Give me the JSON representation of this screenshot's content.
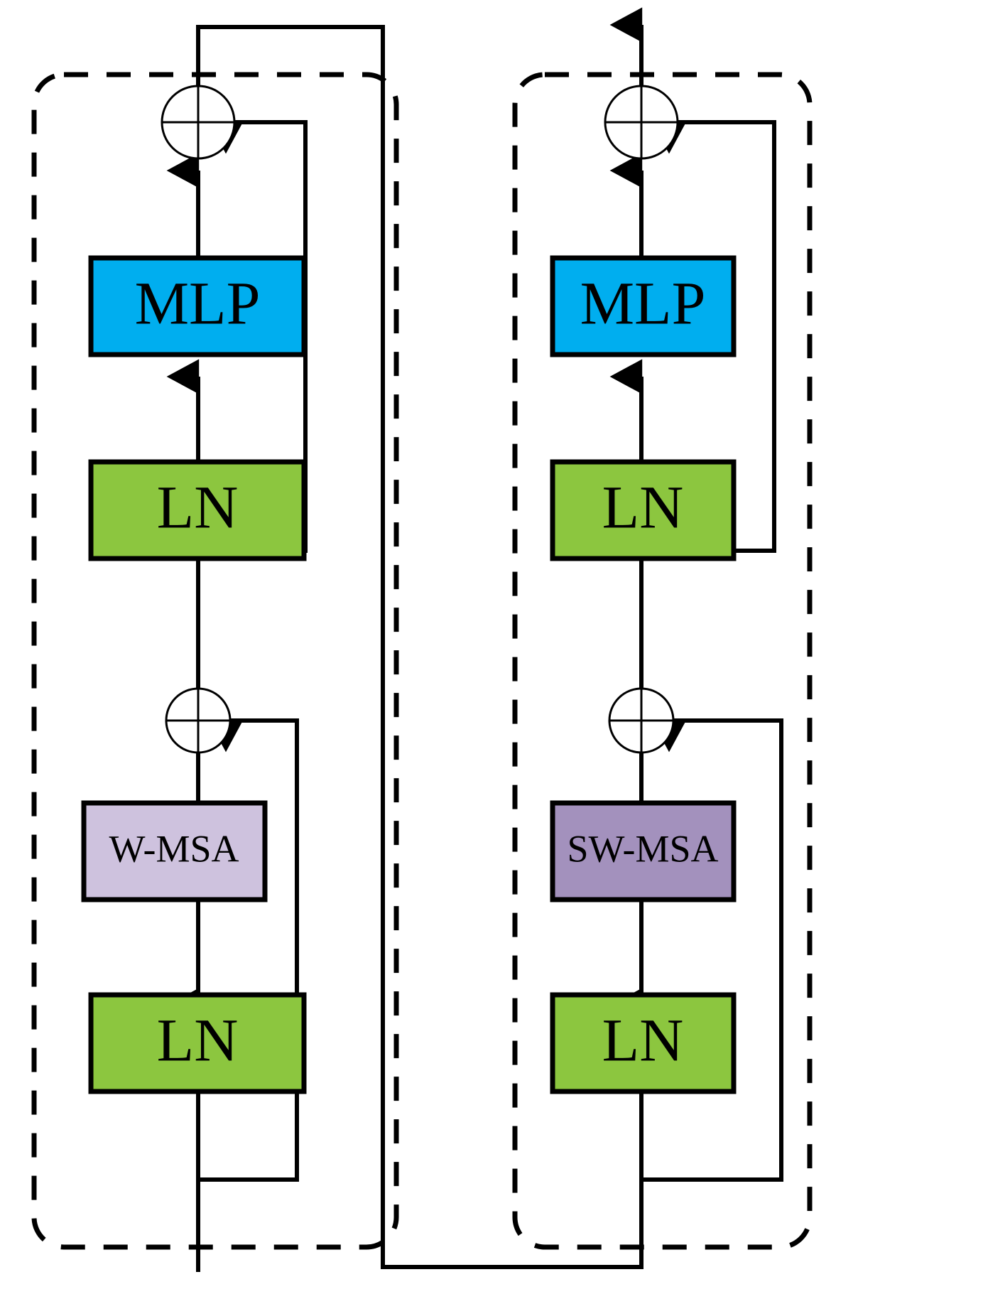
{
  "figure": {
    "type": "diagram",
    "name": "swin-transformer-block-pair",
    "background": "#ffffff"
  },
  "palette": {
    "mlp_fill": "#00AEEF",
    "ln_fill": "#8CC63F",
    "wmsa_fill": "#CEC2DE",
    "swmsa_fill": "#A391BD",
    "stroke": "#000000",
    "white": "#FFFFFF"
  },
  "blocks": [
    {
      "id": "left-block",
      "name": "w-msa-block",
      "nodes": [
        {
          "id": "left-add-top",
          "name": "residual-add-top",
          "label": "+",
          "shape": "circle-plus"
        },
        {
          "id": "left-mlp",
          "name": "mlp-block",
          "label": "MLP",
          "shape": "rect",
          "fill": "#00AEEF",
          "text_size": "big"
        },
        {
          "id": "left-ln-upper",
          "name": "layer-norm-upper",
          "label": "LN",
          "shape": "rect",
          "fill": "#8CC63F",
          "text_size": "big"
        },
        {
          "id": "left-add-mid",
          "name": "residual-add-middle",
          "label": "+",
          "shape": "circle-plus"
        },
        {
          "id": "left-attn",
          "name": "w-msa-attention",
          "label": "W-MSA",
          "shape": "rect",
          "fill": "#CEC2DE",
          "text_size": "small"
        },
        {
          "id": "left-ln-lower",
          "name": "layer-norm-lower",
          "label": "LN",
          "shape": "rect",
          "fill": "#8CC63F",
          "text_size": "big"
        }
      ]
    },
    {
      "id": "right-block",
      "name": "sw-msa-block",
      "nodes": [
        {
          "id": "right-add-top",
          "name": "residual-add-top",
          "label": "+",
          "shape": "circle-plus"
        },
        {
          "id": "right-mlp",
          "name": "mlp-block",
          "label": "MLP",
          "shape": "rect",
          "fill": "#00AEEF",
          "text_size": "big"
        },
        {
          "id": "right-ln-upper",
          "name": "layer-norm-upper",
          "label": "LN",
          "shape": "rect",
          "fill": "#8CC63F",
          "text_size": "big"
        },
        {
          "id": "right-add-mid",
          "name": "residual-add-middle",
          "label": "+",
          "shape": "circle-plus"
        },
        {
          "id": "right-attn",
          "name": "sw-msa-attention",
          "label": "SW-MSA",
          "shape": "rect",
          "fill": "#A391BD",
          "text_size": "small"
        },
        {
          "id": "right-ln-lower",
          "name": "layer-norm-lower",
          "label": "LN",
          "shape": "rect",
          "fill": "#8CC63F",
          "text_size": "big"
        }
      ]
    }
  ],
  "edges": [
    {
      "name": "left-input-to-ln-lower",
      "from": "block-input",
      "to": "left-ln-lower",
      "arrow": true
    },
    {
      "name": "left-ln-lower-to-attn",
      "from": "left-ln-lower",
      "to": "left-attn",
      "arrow": true
    },
    {
      "name": "left-attn-to-add-mid",
      "from": "left-attn",
      "to": "left-add-mid",
      "arrow": false
    },
    {
      "name": "left-skip-1",
      "from": "block-input",
      "to": "left-add-mid",
      "arrow": true,
      "style": "residual"
    },
    {
      "name": "left-add-mid-to-ln-upper",
      "from": "left-add-mid",
      "to": "left-ln-upper",
      "arrow": true
    },
    {
      "name": "left-ln-upper-to-mlp",
      "from": "left-ln-upper",
      "to": "left-mlp",
      "arrow": true
    },
    {
      "name": "left-mlp-to-add-top",
      "from": "left-mlp",
      "to": "left-add-top",
      "arrow": true
    },
    {
      "name": "left-skip-2",
      "from": "left-add-mid",
      "to": "left-add-top",
      "arrow": true,
      "style": "residual"
    },
    {
      "name": "left-block-output-loop",
      "from": "left-add-top",
      "to": "right-ln-lower",
      "arrow": true,
      "style": "inter-block"
    },
    {
      "name": "right-ln-lower-to-attn",
      "from": "right-ln-lower",
      "to": "right-attn",
      "arrow": true
    },
    {
      "name": "right-attn-to-add-mid",
      "from": "right-attn",
      "to": "right-add-mid",
      "arrow": false
    },
    {
      "name": "right-skip-1",
      "from": "block-input",
      "to": "right-add-mid",
      "arrow": true,
      "style": "residual"
    },
    {
      "name": "right-add-mid-to-ln-upper",
      "from": "right-add-mid",
      "to": "right-ln-upper",
      "arrow": true
    },
    {
      "name": "right-ln-upper-to-mlp",
      "from": "right-ln-upper",
      "to": "right-mlp",
      "arrow": true
    },
    {
      "name": "right-mlp-to-add-top",
      "from": "right-mlp",
      "to": "right-add-top",
      "arrow": true
    },
    {
      "name": "right-skip-2",
      "from": "right-add-mid",
      "to": "right-add-top",
      "arrow": true,
      "style": "residual"
    },
    {
      "name": "right-block-output",
      "from": "right-add-top",
      "to": "figure-output",
      "arrow": true
    }
  ],
  "labels": {
    "mlp": "MLP",
    "ln": "LN",
    "wmsa": "W-MSA",
    "swmsa": "SW-MSA"
  }
}
